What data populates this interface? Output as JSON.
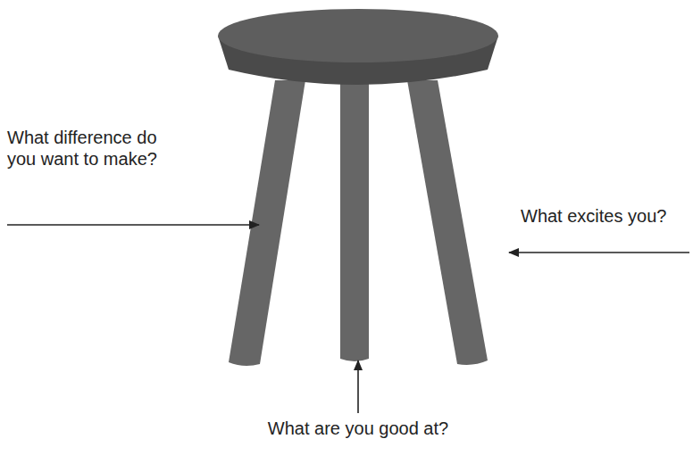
{
  "diagram": {
    "labels": [
      "What difference do you want to make?",
      "What excites you?",
      "What are you good at?"
    ]
  }
}
